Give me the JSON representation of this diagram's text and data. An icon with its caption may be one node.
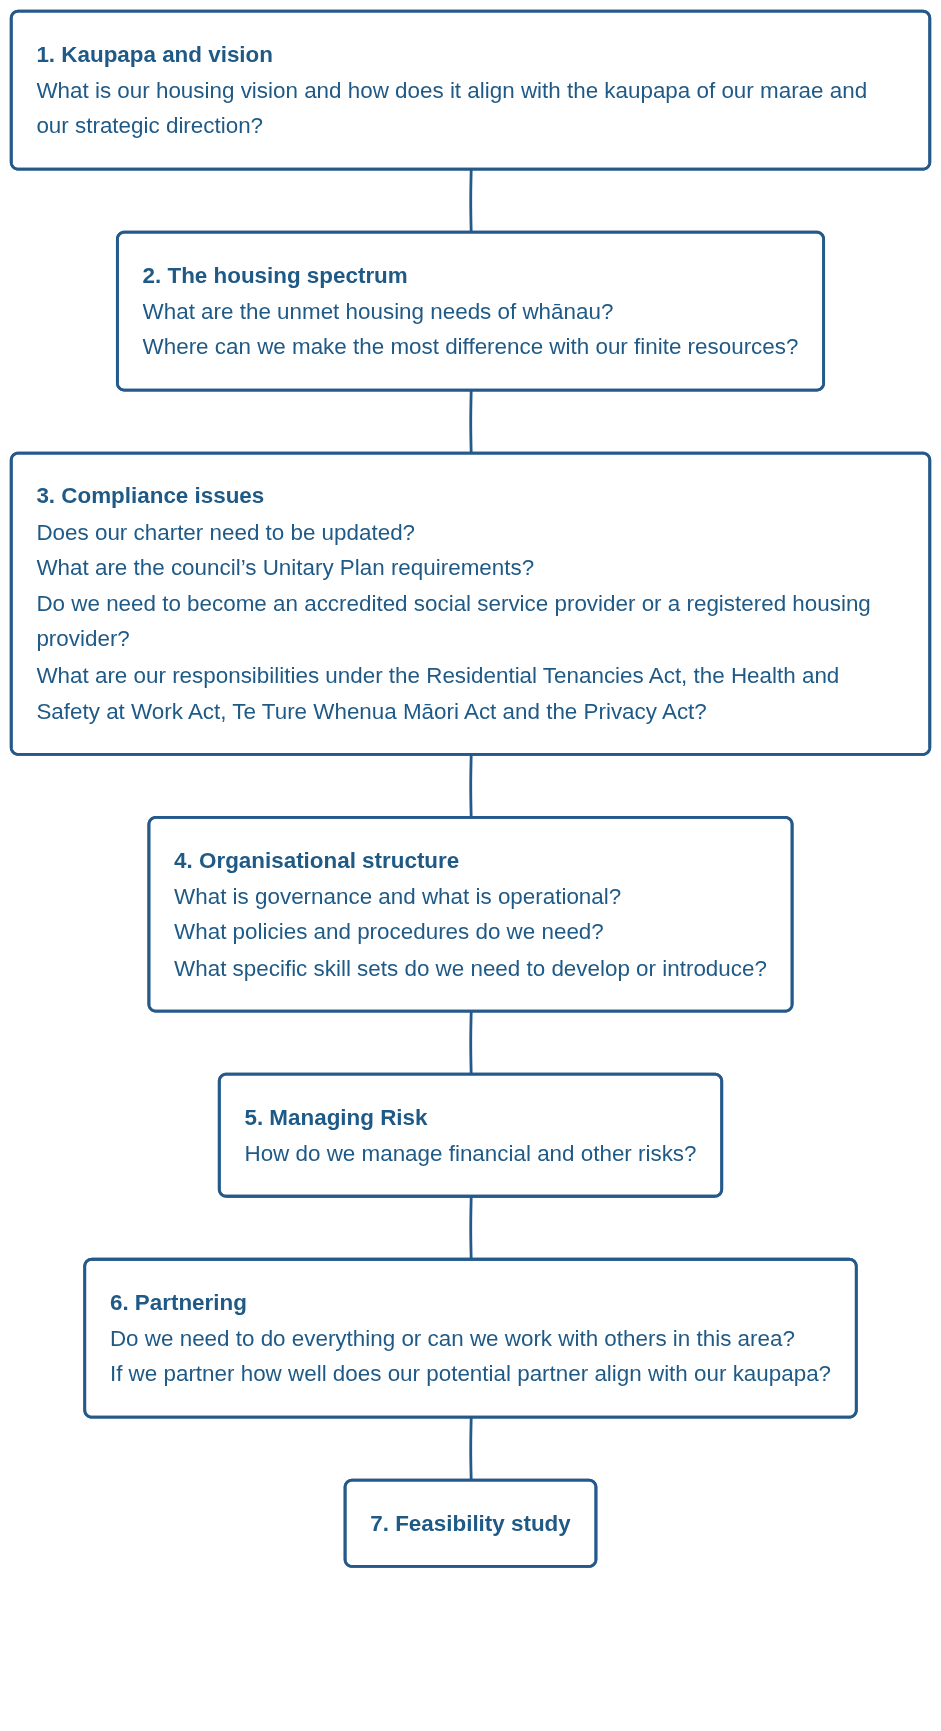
{
  "diagram": {
    "nodes": [
      {
        "text": [
          "1. Kaupapa and vision",
          "What is our housing vision and how does it align with the kaupapa of our marae and our strategic direction?"
        ]
      },
      {
        "text": [
          "2. The housing spectrum",
          "What are the unmet housing needs of whānau?",
          "Where can we make the most difference with our finite resources?"
        ]
      },
      {
        "text": [
          "3. Compliance issues",
          "Does our charter need to be updated?",
          "What are the council’s Unitary Plan requirements?",
          "Do we need to become an accredited social service provider or a registered housing provider?",
          "What are our responsibilities under the Residential Tenancies Act, the Health and Safety at Work Act, Te Ture Whenua Māori Act and the Privacy Act?"
        ]
      },
      {
        "text": [
          "4. Organisational structure",
          "What is governance and what is operational?",
          "What policies and procedures do we need?",
          "What specific skill sets do we need to develop or introduce?"
        ]
      },
      {
        "text": [
          "5. Managing Risk",
          "How do we manage financial and other risks?"
        ]
      },
      {
        "text": [
          "6. Partnering",
          "Do we need to do everything or can we work with others in this area?",
          "If we partner how well does our potential partner align with our kaupapa?"
        ]
      },
      {
        "text": [
          "7. Feasibility study"
        ]
      }
    ],
    "edges": [
      {
        "from": 0,
        "to": 1,
        "arrow": "none"
      },
      {
        "from": 1,
        "to": 2,
        "arrow": "none"
      },
      {
        "from": 2,
        "to": 3,
        "arrow": "none"
      },
      {
        "from": 3,
        "to": 4,
        "arrow": "none"
      },
      {
        "from": 4,
        "to": 5,
        "arrow": "none"
      },
      {
        "from": 5,
        "to": 6,
        "arrow": "none"
      }
    ]
  }
}
